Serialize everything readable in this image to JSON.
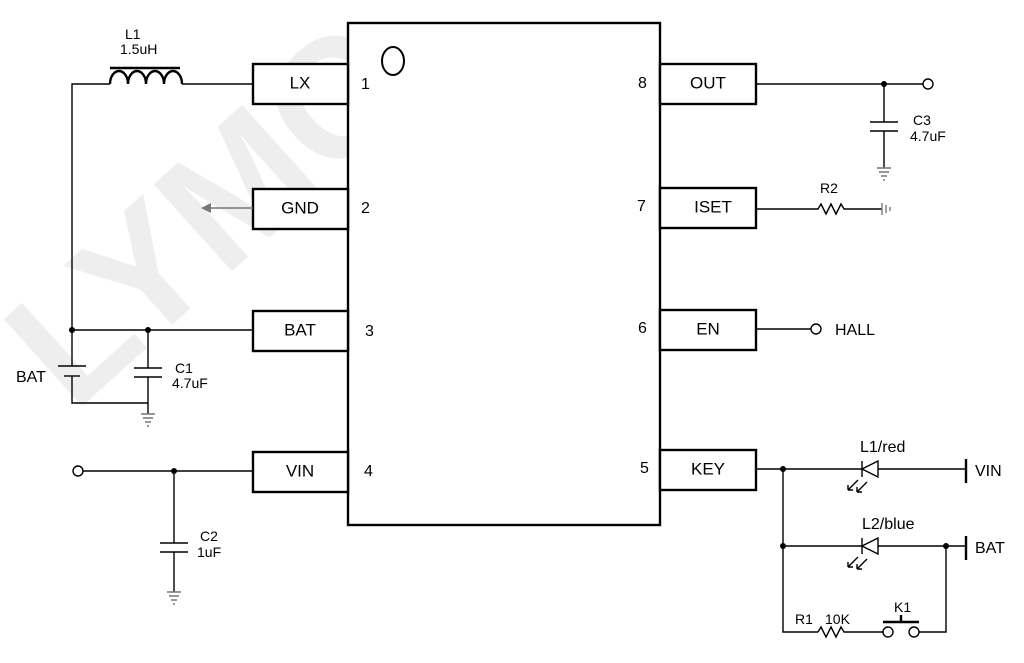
{
  "pins": {
    "p1": {
      "name": "LX",
      "num": "1"
    },
    "p2": {
      "name": "GND",
      "num": "2"
    },
    "p3": {
      "name": "BAT",
      "num": "3"
    },
    "p4": {
      "name": "VIN",
      "num": "4"
    },
    "p5": {
      "name": "KEY",
      "num": "5"
    },
    "p6": {
      "name": "EN",
      "num": "6"
    },
    "p7": {
      "name": "ISET",
      "num": "7"
    },
    "p8": {
      "name": "OUT",
      "num": "8"
    }
  },
  "components": {
    "l1": {
      "ref": "L1",
      "value": "1.5uH"
    },
    "c1": {
      "ref": "C1",
      "value": "4.7uF"
    },
    "c2": {
      "ref": "C2",
      "value": "1uF"
    },
    "c3": {
      "ref": "C3",
      "value": "4.7uF"
    },
    "r2": {
      "ref": "R2"
    },
    "r1": {
      "ref": "R1",
      "value": "10K"
    },
    "k1": {
      "ref": "K1"
    },
    "led1": {
      "label": "L1/red"
    },
    "led2": {
      "label": "L2/blue"
    },
    "battery": {
      "label": "BAT"
    }
  },
  "nets": {
    "hall": "HALL",
    "vin": "VIN",
    "bat": "BAT"
  }
}
